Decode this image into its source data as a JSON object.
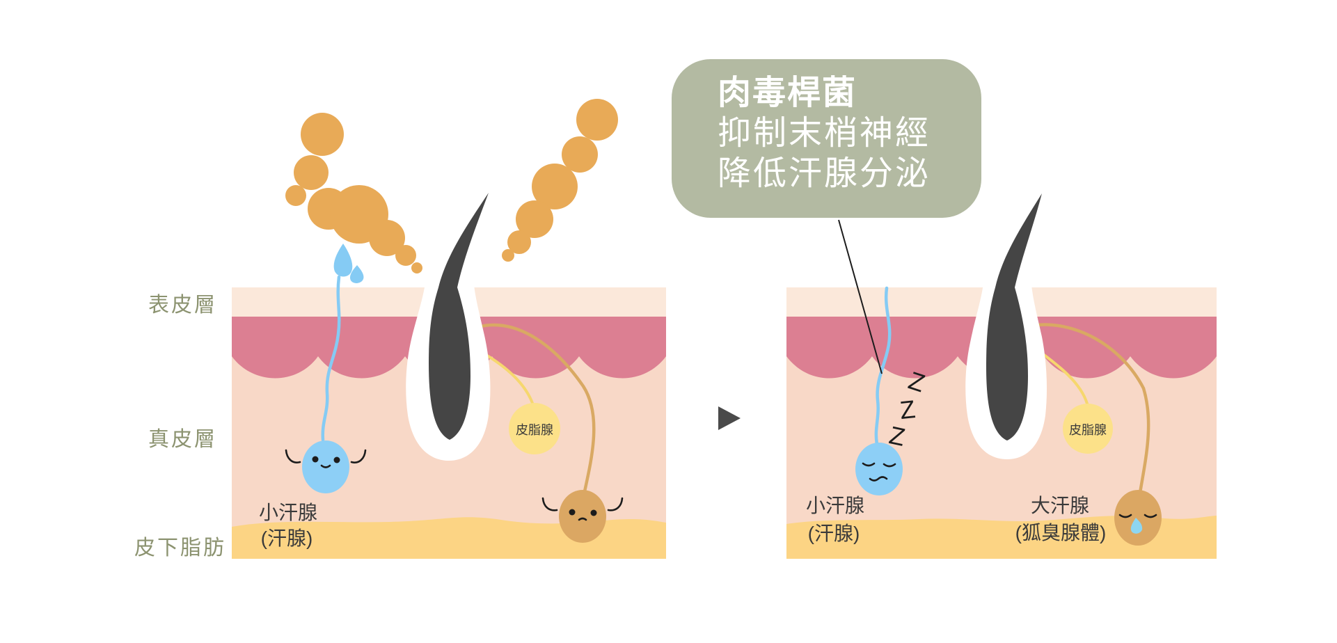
{
  "colors": {
    "bg": "#ffffff",
    "cream": "#fbe8da",
    "pink-band": "#dc7f92",
    "dermis": "#f8d8c7",
    "fat": "#fcd484",
    "cloud": "#e8aa57",
    "hair": "#454545",
    "blue": "#8dcff6",
    "blue-duct": "#85cbf4",
    "tan": "#dba763",
    "tan-duct": "#d9a963",
    "sebum": "#fce189",
    "sebum-duct": "#f6d76e",
    "bubble": "#b3baa2",
    "label-olive": "#8c9370",
    "text-dark": "#3a3a3a",
    "arrow": "#4a4a4a",
    "line": "#1c1c1c",
    "tear": "#8dd6f2"
  },
  "layer_labels": {
    "epidermis": "表皮層",
    "dermis": "真皮層",
    "subcutaneous_fat": "皮下脂肪"
  },
  "bubble": {
    "title": "肉毒桿菌",
    "line2": "抑制末梢神經",
    "line3": "降低汗腺分泌"
  },
  "left_panel": {
    "eccrine": "小汗腺",
    "eccrine_sub": "(汗腺)",
    "sebaceous": "皮脂腺"
  },
  "right_panel": {
    "eccrine": "小汗腺",
    "eccrine_sub": "(汗腺)",
    "apocrine": "大汗腺",
    "apocrine_sub": "(狐臭腺體)",
    "sebaceous": "皮脂腺",
    "sleep_z": [
      "Z",
      "Z",
      "Z"
    ]
  }
}
